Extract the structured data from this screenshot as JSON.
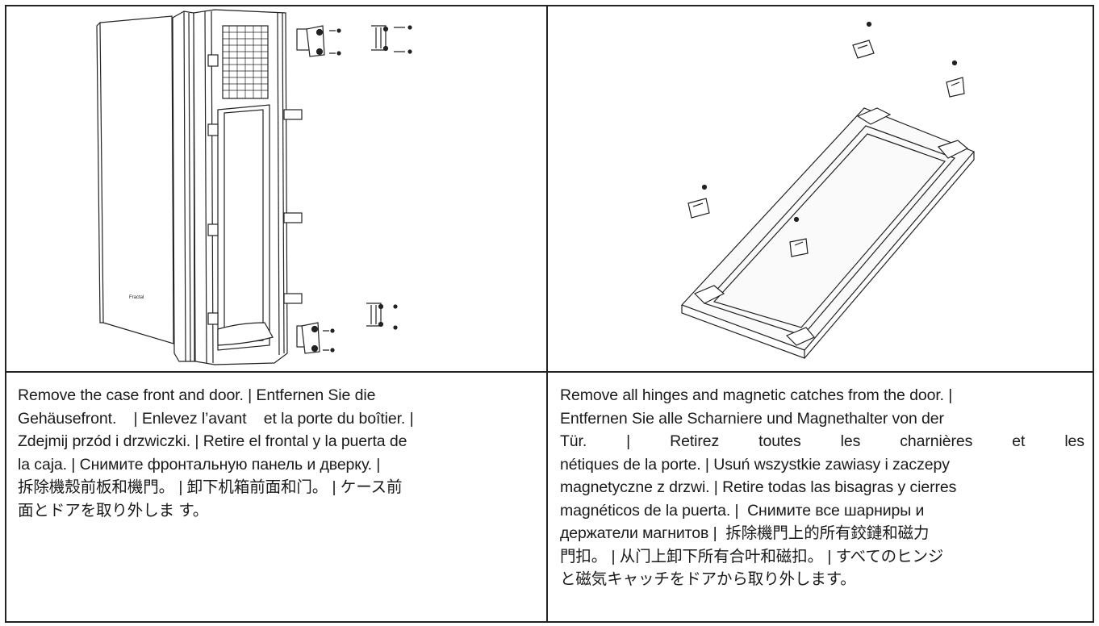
{
  "panels": [
    {
      "illustration": "case-front-door-removal-diagram",
      "figure_label": "Fractal",
      "lines": [
        "Remove the case front and door. | Entfernen Sie die",
        "Gehäusefront.    | Enlevez l’avant    et la porte du boîtier. |",
        "Zdejmij przód i drzwiczki. | Retire el frontal y la puerta de",
        "la caja. | Снимите фронтальную панель и дверку. |",
        "拆除機殼前板和機門。 | 卸下机箱前面和门。 | ケース前",
        "面とドアを取り外しま す。"
      ]
    },
    {
      "illustration": "door-hinges-magnetic-catches-diagram",
      "lines": [
        "Remove all hinges and magnetic catches from the door. |",
        "Entfernen Sie alle Scharniere und Magnethalter von der",
        [
          "Tür.",
          "|",
          "Retirez",
          "toutes",
          "les",
          "charnières",
          "et",
          "les"
        ],
        "nétiques de la porte. | Usuń wszystkie zawiasy i zaczepy",
        "magnetyczne z drzwi. | Retire todas las bisagras y cierres",
        "magnéticos de la puerta. |  Снимите все шарниры и",
        "держатели магнитов |  拆除機門上的所有鉸鏈和磁力",
        "門扣。 | 从门上卸下所有合叶和磁扣。 | すべてのヒンジ",
        "と磁気キャッチをドアから取り外します。"
      ]
    }
  ]
}
